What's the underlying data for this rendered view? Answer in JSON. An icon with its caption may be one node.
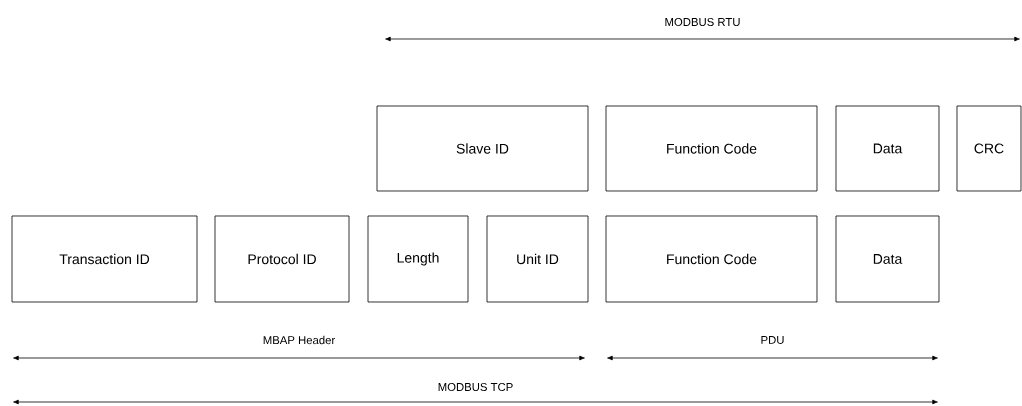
{
  "diagram": {
    "nodes": [
      {
        "text": [
          "Slave ID"
        ]
      },
      {
        "text": [
          "Function Code"
        ]
      },
      {
        "text": [
          "Data"
        ]
      },
      {
        "text": [
          "CRC"
        ]
      },
      {
        "text": [
          "Transaction ID"
        ]
      },
      {
        "text": [
          "Protocol ID"
        ]
      },
      {
        "text": [
          "Length"
        ]
      },
      {
        "text": [
          "Unit ID"
        ]
      },
      {
        "text": [
          "Function Code"
        ]
      },
      {
        "text": [
          "Data"
        ]
      }
    ],
    "labels": [
      "MODBUS RTU",
      "MBAP Header",
      "PDU",
      "MODBUS TCP"
    ]
  }
}
